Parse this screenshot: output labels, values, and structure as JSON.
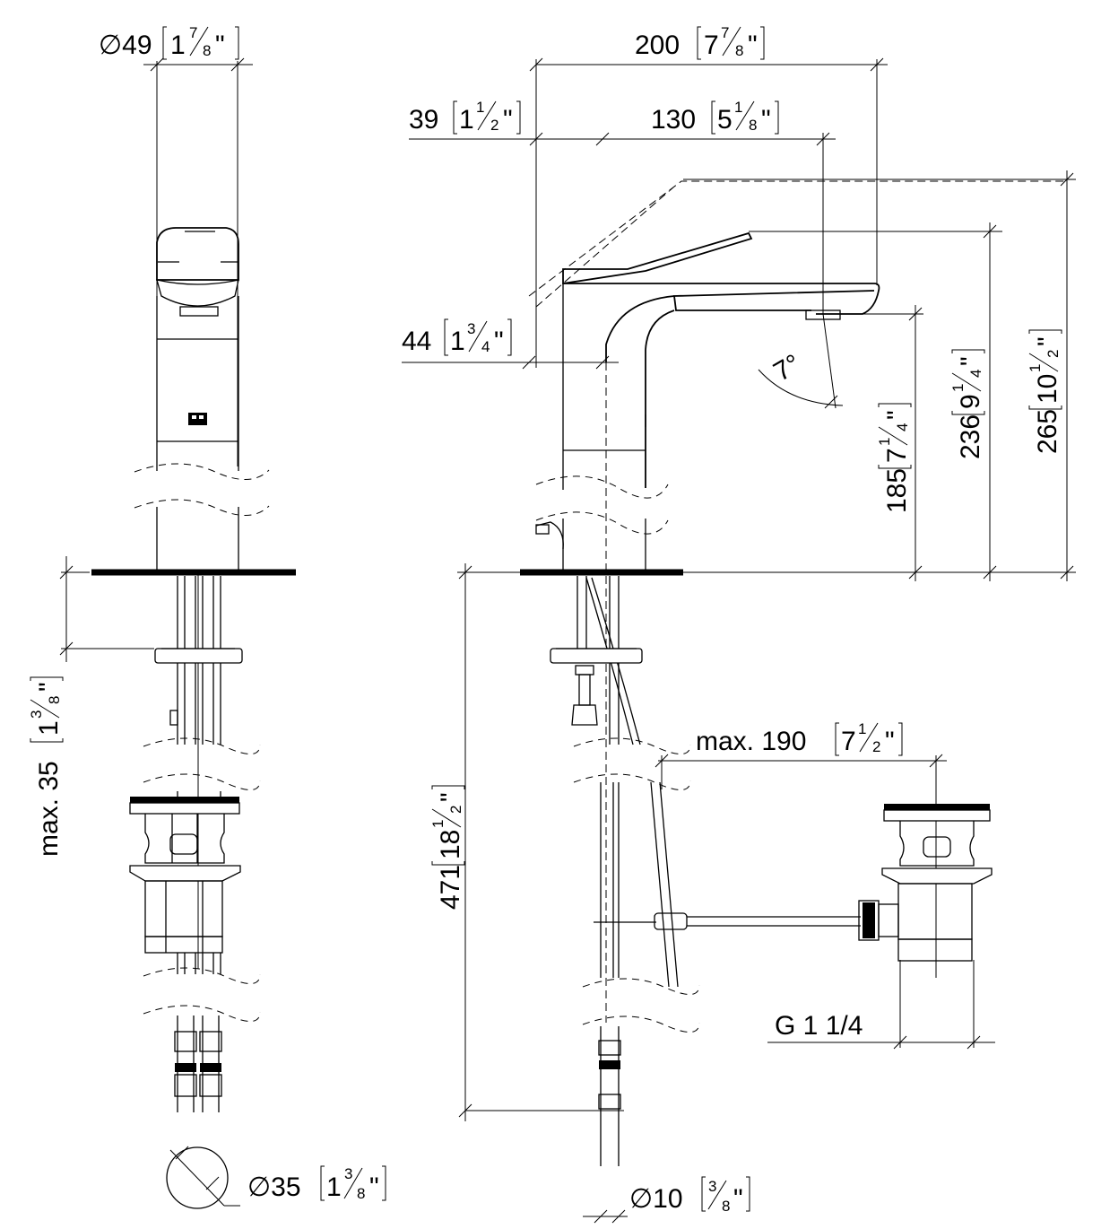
{
  "dimensions": {
    "diam49": {
      "sym": "∅",
      "metric": "49",
      "whole": "1",
      "num": "7",
      "den": "8",
      "inch": "\""
    },
    "w200": {
      "metric": "200",
      "whole": "7",
      "num": "7",
      "den": "8",
      "inch": "\""
    },
    "w39": {
      "metric": "39",
      "whole": "1",
      "num": "1",
      "den": "2",
      "inch": "\""
    },
    "w130": {
      "metric": "130",
      "whole": "5",
      "num": "1",
      "den": "8",
      "inch": "\""
    },
    "w44": {
      "metric": "44",
      "whole": "1",
      "num": "3",
      "den": "4",
      "inch": "\""
    },
    "angle": {
      "value": "7°"
    },
    "h185": {
      "metric": "185",
      "whole": "7",
      "num": "1",
      "den": "4",
      "inch": "\""
    },
    "h236": {
      "metric": "236",
      "whole": "9",
      "num": "1",
      "den": "4",
      "inch": "\""
    },
    "h265": {
      "metric": "265",
      "whole": "10",
      "num": "1",
      "den": "2",
      "inch": "\""
    },
    "max35": {
      "prefix": "max.",
      "metric": "35",
      "whole": "1",
      "num": "3",
      "den": "8",
      "inch": "\""
    },
    "h471": {
      "metric": "471",
      "whole": "18",
      "num": "1",
      "den": "2",
      "inch": "\""
    },
    "max190": {
      "prefix": "max.",
      "metric": "190",
      "whole": "7",
      "num": "1",
      "den": "2",
      "inch": "\""
    },
    "thread": {
      "value": "G 1 1/4"
    },
    "diam35": {
      "sym": "∅",
      "metric": "35",
      "whole": "1",
      "num": "3",
      "den": "8",
      "inch": "\""
    },
    "diam10": {
      "sym": "∅",
      "metric": "10",
      "whole": "",
      "num": "3",
      "den": "8",
      "inch": "\""
    }
  }
}
